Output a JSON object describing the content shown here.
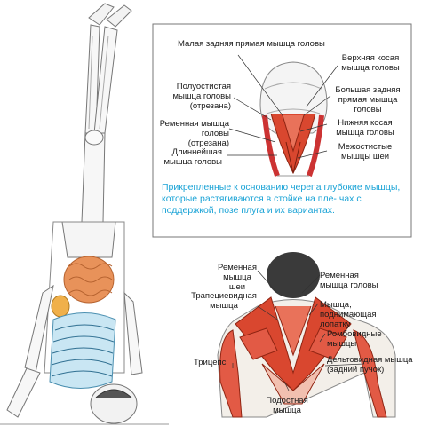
{
  "head_labels": {
    "rectus_capitis_posterior_minor": "Малая задняя прямая мышца головы",
    "semispinalis_capitis": "Полуостистая мышца головы (отрезана)",
    "splenius_capitis_cut": "Ременная мышца головы (отрезана)",
    "longissimus_capitis": "Длиннейшая мышца головы",
    "obliquus_capitis_superior": "Верхняя косая мышца головы",
    "rectus_capitis_posterior_major": "Большая задняя прямая мышца головы",
    "obliquus_capitis_inferior": "Нижняя косая мышца головы",
    "interspinales_cervicis": "Межостистые мышцы шеи"
  },
  "callout": {
    "part1": "Прикрепленные к основанию черепа глубокие мышцы, которые растягиваются в стойке на пле-",
    "part2": "чах с поддержкой, позе плуга",
    "part3": "и их",
    "part4": "вариантах."
  },
  "back_labels": {
    "splenius_cervicis": "Ременная мышца шеи",
    "trapezius": "Трапециевидная мышца",
    "triceps": "Трицепс",
    "infraspinatus": "Подостная мышца",
    "splenius_capitis": "Ременная мышца головы",
    "levator_scapulae": "Мышца, поднимающая лопатку",
    "rhomboids": "Ромбовидные мышцы",
    "deltoid_posterior": "Дельтовидная мышца (задний пучок)"
  }
}
